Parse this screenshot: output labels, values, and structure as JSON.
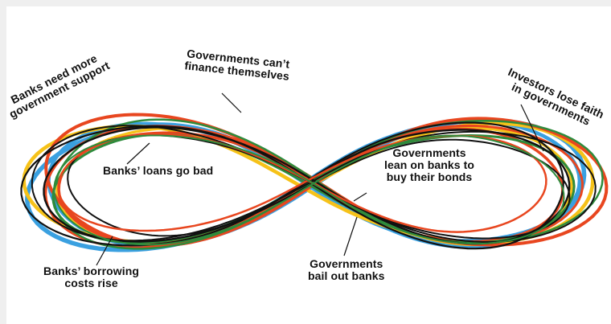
{
  "diagram": {
    "labels": {
      "banks_need_support": "Banks need more\ngovernment support",
      "governments_cant_finance": "Governments can’t\nfinance themselves",
      "investors_lose_faith": "Investors lose faith\nin governments",
      "banks_loans_bad": "Banks’ loans go bad",
      "governments_lean_on_banks": "Governments\nlean on banks to\nbuy their bonds",
      "banks_borrowing_costs": "Banks’ borrowing\ncosts rise",
      "governments_bail_out": "Governments\nbail out banks"
    },
    "loop_colors": [
      "#3aa0e0",
      "#f6c219",
      "#e8461f",
      "#2e8b3c",
      "#111111"
    ]
  }
}
